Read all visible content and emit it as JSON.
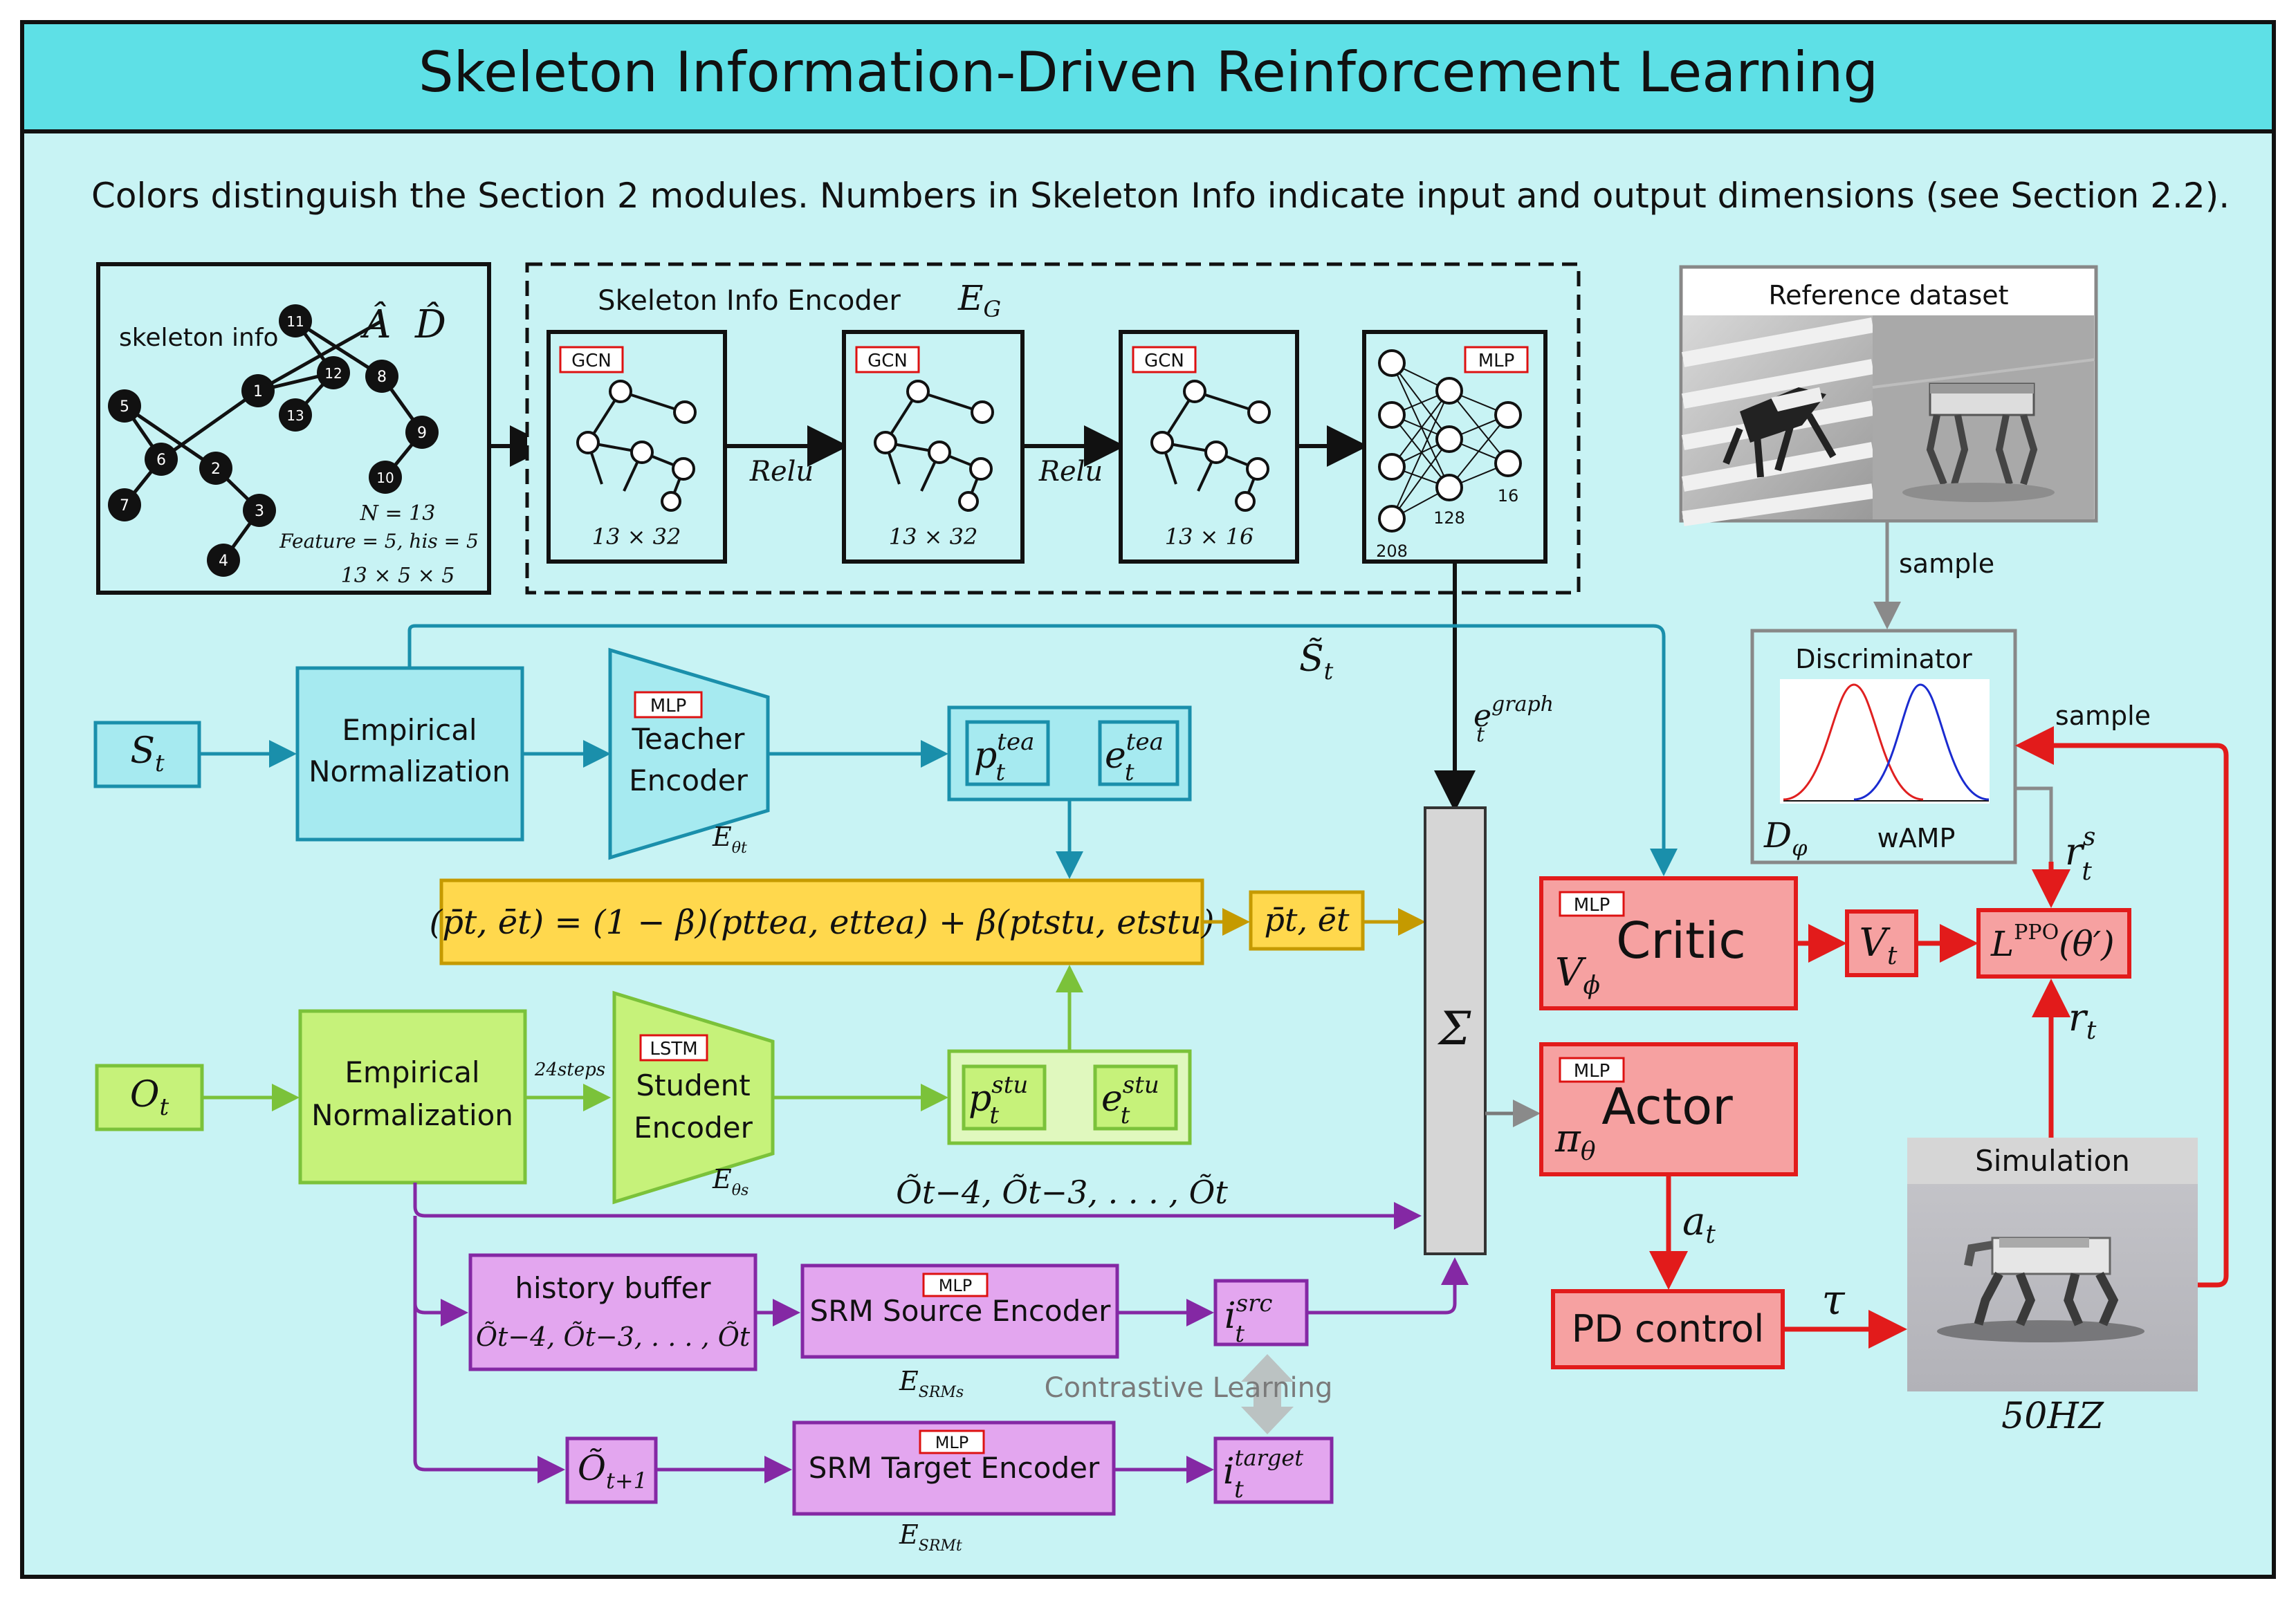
{
  "title": "Skeleton Information-Driven Reinforcement Learning",
  "caption": "Colors distinguish the Section 2 modules. Numbers in Skeleton Info indicate input and output dimensions (see Section 2.2).",
  "skeleton": {
    "label": "skeleton info",
    "a_hat": "Â",
    "d_hat": "D̂",
    "n_eq": "N = 13",
    "feature_eq": "Feature = 5, his = 5",
    "dims": "13 × 5 × 5",
    "nodes": [
      "1",
      "2",
      "3",
      "4",
      "5",
      "6",
      "7",
      "8",
      "9",
      "10",
      "11",
      "12",
      "13"
    ]
  },
  "encoder": {
    "title": "Skeleton Info Encoder",
    "symbol": "E",
    "symbol_sub": "G",
    "gcn_tag": "GCN",
    "mlp_tag": "MLP",
    "relu": "Relu",
    "dim1": "13 × 32",
    "dim2": "13 × 32",
    "dim3": "13 × 16",
    "mlp_208": "208",
    "mlp_128": "128",
    "mlp_16": "16"
  },
  "reference": {
    "title": "Reference dataset",
    "sample": "sample"
  },
  "discriminator": {
    "title": "Discriminator",
    "symbol": "D",
    "symbol_sub": "φ",
    "wamp": "wAMP"
  },
  "teacher": {
    "input": "S",
    "input_sub": "t",
    "norm_line1": "Empirical",
    "norm_line2": "Normalization",
    "enc_tag": "MLP",
    "enc_line1": "Teacher",
    "enc_line2": "Encoder",
    "enc_symbol": "E",
    "enc_sub": "θt",
    "p": "p",
    "p_sup": "tea",
    "p_sub": "t",
    "e": "e",
    "e_sup": "tea",
    "e_sub": "t",
    "s_tilde": "S̃",
    "s_tilde_sub": "t"
  },
  "fusion": {
    "formula": "(p̄t, ēt) = (1 − β)(pttea, ettea) + β(ptstu, etstu)",
    "output": "p̄t, ēt"
  },
  "student": {
    "input": "O",
    "input_sub": "t",
    "norm_line1": "Empirical",
    "norm_line2": "Normalization",
    "steps": "24steps",
    "enc_tag": "LSTM",
    "enc_line1": "Student",
    "enc_line2": "Encoder",
    "enc_symbol": "E",
    "enc_sub": "θs",
    "p": "p",
    "p_sup": "stu",
    "p_sub": "t",
    "e": "e",
    "e_sup": "stu",
    "e_sub": "t",
    "history_seq": "Õt−4, Õt−3, . . . , Õt"
  },
  "graph_emb": {
    "e": "e",
    "sup": "graph",
    "sub": "t"
  },
  "sum_symbol": "Σ",
  "critic": {
    "tag": "MLP",
    "label": "Critic",
    "symbol": "V",
    "symbol_sub": "ϕ",
    "value": "V",
    "value_sub": "t"
  },
  "actor": {
    "tag": "MLP",
    "label": "Actor",
    "symbol": "π",
    "symbol_sub": "θ",
    "action": "a",
    "action_sub": "t"
  },
  "ppo": {
    "label": "L",
    "sup": "PPO",
    "arg": "(θ′)",
    "r": "r",
    "r_sub": "t",
    "rs": "r",
    "rs_sup": "s",
    "rs_sub": "t"
  },
  "pd": {
    "label": "PD control",
    "tau": "τ"
  },
  "simulation": {
    "title": "Simulation",
    "freq": "50HZ",
    "sample": "sample"
  },
  "srm": {
    "history_line1": "history buffer",
    "history_line2": "Õt−4, Õt−3, . . . , Õt",
    "source_tag": "MLP",
    "source_label": "SRM Source Encoder",
    "source_symbol": "E",
    "source_sub": "SRMs",
    "target_tag": "MLP",
    "target_label": "SRM Target Encoder",
    "target_symbol": "E",
    "target_sub": "SRMt",
    "next_obs": "Õ",
    "next_obs_sub": "t+1",
    "i_src": "i",
    "i_src_sup": "src",
    "i_src_sub": "t",
    "i_tgt": "i",
    "i_tgt_sup": "target",
    "i_tgt_sub": "t",
    "contrastive": "Contrastive Learning"
  },
  "colors": {
    "title_bg": "#5ee0e6",
    "panel_bg": "#c8f3f4",
    "teacher_fill": "#a6eaf0",
    "teacher_stroke": "#1a8fab",
    "student_fill": "#c6f27a",
    "student_stroke": "#6cb324",
    "fusion_fill": "#ffd84d",
    "fusion_stroke": "#c59a00",
    "red_fill": "#f6a1a1",
    "red_stroke": "#e21b1b",
    "purple_fill": "#e3a6ef",
    "purple_stroke": "#8428a4",
    "sum_fill": "#d6d6d6"
  }
}
